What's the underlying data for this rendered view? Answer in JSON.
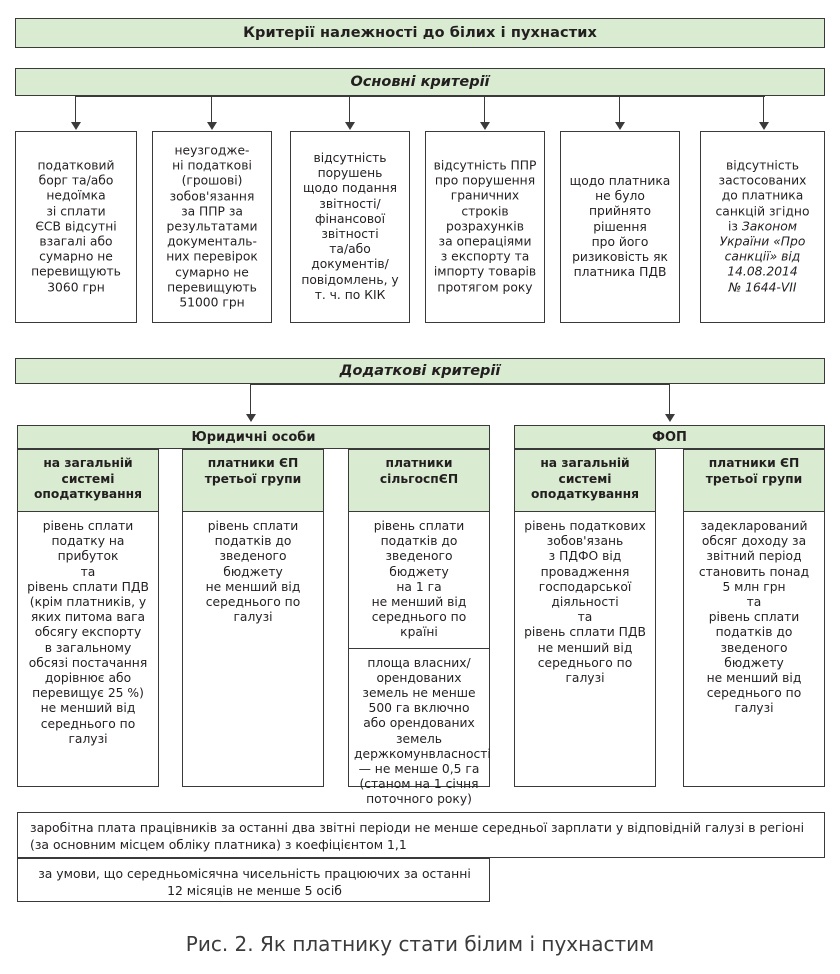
{
  "figure": {
    "title": "Критерії належності до білих і пухнастих",
    "caption": "Рис. 2. Як платнику стати білим і пухнастим",
    "colors": {
      "band_green": "#d9ebd0",
      "border": "#3a3a3a",
      "text": "#231f20",
      "background": "#ffffff"
    }
  },
  "main_criteria": {
    "heading": "Основні критерії",
    "boxes": [
      {
        "text": "податковий\nборг та/або\nнедоїмка\nзі сплати\nЄСВ відсутні\nвзагалі або\nсумарно не\nперевищують\n3060 грн"
      },
      {
        "text": "неузгодже-\nні податкові\n(грошові)\nзобов'язання\nза ППР за\nрезультатами\nдокументаль-\nних перевірок\nсумарно не\nперевищують\n51000 грн"
      },
      {
        "text": "відсутність\nпорушень\nщодо подання\nзвітності/\nфінансової\nзвітності\nта/або\nдокументів/\nповідомлень, у\nт. ч. по КІК"
      },
      {
        "text": "відсутність ППР\nпро порушення\nграничних\nстроків\nрозрахунків\nза операціями\nз експорту та\nімпорту товарів\nпротягом року"
      },
      {
        "text": "щодо платника\nне було\nприйнято\nрішення\nпро його\nризиковість як\nплатника ПДВ"
      },
      {
        "text_parts": [
          "відсутність\nзастосованих\nдо платника\nсанкцій згідно\nіз ",
          "Законом\nУкраїни «Про\nсанкції» від\n14.08.2014\n№ 1644-VII"
        ]
      }
    ]
  },
  "additional_criteria": {
    "heading": "Додаткові критерії",
    "groups": [
      {
        "title": "Юридичні особи",
        "columns": [
          {
            "head": "на загальній\nсистемі\nоподаткування",
            "cells": [
              "рівень сплати\nподатку на\nприбуток\nта\nрівень сплати ПДВ\n(крім платників, у\nяких питома вага\nобсягу експорту\nв загальному\nобсязі постачання\nдорівнює або\nперевищує 25 %)\nне менший від\nсереднього по\nгалузі"
            ]
          },
          {
            "head": "платники ЄП\nтретьої групи",
            "cells": [
              "рівень сплати\nподатків до\nзведеного бюджету\nне менший від\nсереднього по\nгалузі"
            ]
          },
          {
            "head": "платники\nсільгоспЄП",
            "cells": [
              "рівень сплати\nподатків до\nзведеного бюджету\nна 1 га\nне менший від\nсереднього по\nкраїні",
              "площа власних/\nорендованих\nземель не менше\n500 га включно\nабо орендованих\nземель\nдержкомунвласності\n— не менше 0,5 га\n(станом на 1 січня\nпоточного року)"
            ]
          }
        ]
      },
      {
        "title": "ФОП",
        "columns": [
          {
            "head": "на загальній\nсистемі\nоподаткування",
            "cells": [
              "рівень податкових\nзобов'язань\nз ПДФО від\nпровадження\nгосподарської\nдіяльності\nта\nрівень сплати ПДВ\nне менший від\nсереднього по\nгалузі"
            ]
          },
          {
            "head": "платники ЄП\nтретьої групи",
            "cells": [
              "задекларований\nобсяг доходу за\nзвітний період\nстановить понад\n5 млн грн\nта\nрівень сплати\nподатків до\nзведеного бюджету\nне менший від\nсереднього по\nгалузі"
            ]
          }
        ]
      }
    ]
  },
  "footer_conditions": [
    "заробітна плата працівників за останні два звітні періоди не менше середньої зарплати у відповідній галузі в регіоні (за основним місцем обліку платника) з коефіцієнтом 1,1",
    "за умови, що середньомісячна чисельність працюючих за останні 12 місяців не менше 5 осіб"
  ]
}
